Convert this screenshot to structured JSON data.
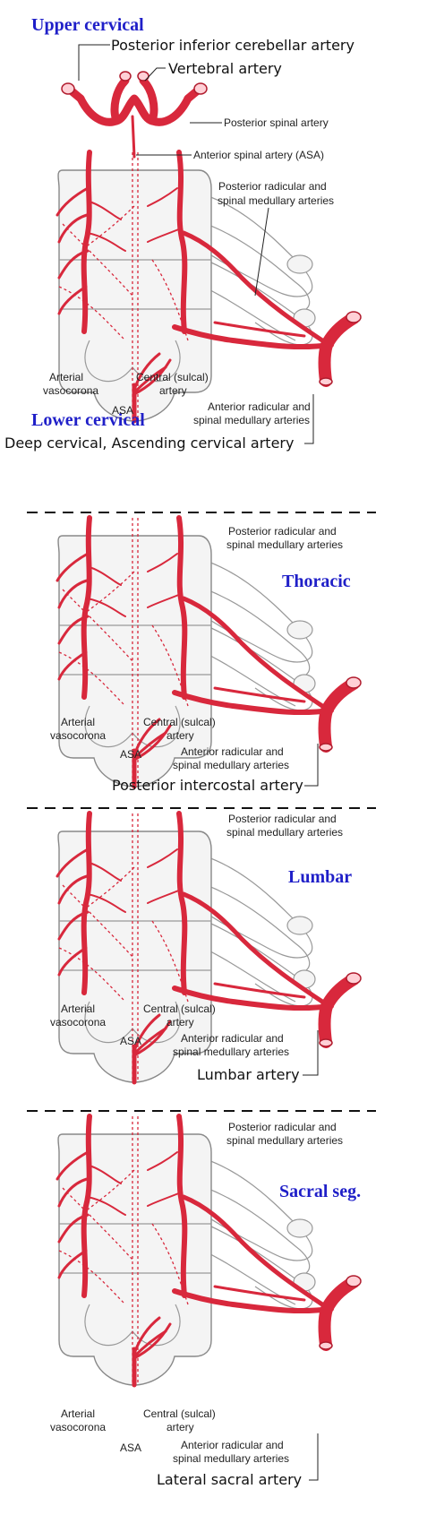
{
  "panels": [
    {
      "title": "Upper cervical",
      "title2": "Lower cervical",
      "top_callouts": [
        "Posterior inferior cerebellar artery",
        "Vertebral artery"
      ],
      "bottom_callout": "Deep cervical, Ascending cervical artery",
      "labels": {
        "posterior_spinal": "Posterior spinal artery",
        "anterior_spinal": "Anterior spinal artery (ASA)",
        "post_rad_1": "Posterior radicular and",
        "post_rad_2": "spinal medullary arteries",
        "arterial_1": "Arterial",
        "arterial_2": "vasocorona",
        "central_1": "Central (sulcal)",
        "central_2": "artery",
        "asa": "ASA",
        "ant_rad_1": "Anterior radicular and",
        "ant_rad_2": "spinal medullary arteries"
      }
    },
    {
      "title": "Thoracic",
      "bottom_callout": "Posterior intercostal artery",
      "labels": {
        "post_rad_1": "Posterior radicular and",
        "post_rad_2": "spinal medullary arteries",
        "arterial_1": "Arterial",
        "arterial_2": "vasocorona",
        "central_1": "Central (sulcal)",
        "central_2": "artery",
        "asa": "ASA",
        "ant_rad_1": "Anterior radicular and",
        "ant_rad_2": "spinal medullary arteries"
      }
    },
    {
      "title": "Lumbar",
      "bottom_callout": "Lumbar artery",
      "labels": {
        "post_rad_1": "Posterior radicular and",
        "post_rad_2": "spinal medullary arteries",
        "arterial_1": "Arterial",
        "arterial_2": "vasocorona",
        "central_1": "Central (sulcal)",
        "central_2": "artery",
        "asa": "ASA",
        "ant_rad_1": "Anterior radicular and",
        "ant_rad_2": "spinal medullary arteries"
      }
    },
    {
      "title": "Sacral seg.",
      "bottom_callout": "Lateral sacral artery",
      "labels": {
        "post_rad_1": "Posterior radicular and",
        "post_rad_2": "spinal medullary arteries",
        "arterial_1": "Arterial",
        "arterial_2": "vasocorona",
        "central_1": "Central (sulcal)",
        "central_2": "artery",
        "asa": "ASA",
        "ant_rad_1": "Anterior radicular and",
        "ant_rad_2": "spinal medullary arteries"
      }
    }
  ],
  "colors": {
    "artery": "#d8283c",
    "title": "#1f1fc8",
    "outline": "#888888"
  }
}
